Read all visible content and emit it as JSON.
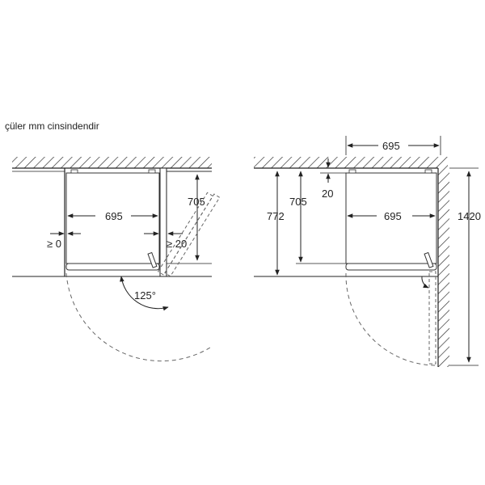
{
  "note": "çüler mm cinsindendir",
  "left_view": {
    "width": "695",
    "depth": "705",
    "gap_left": "≥ 0",
    "gap_right": "≥ 20",
    "angle": "125°"
  },
  "right_view": {
    "width_top": "695",
    "width_inner": "695",
    "depth_cabinet": "705",
    "depth_total": "772",
    "top_gap": "20",
    "height": "1420"
  }
}
